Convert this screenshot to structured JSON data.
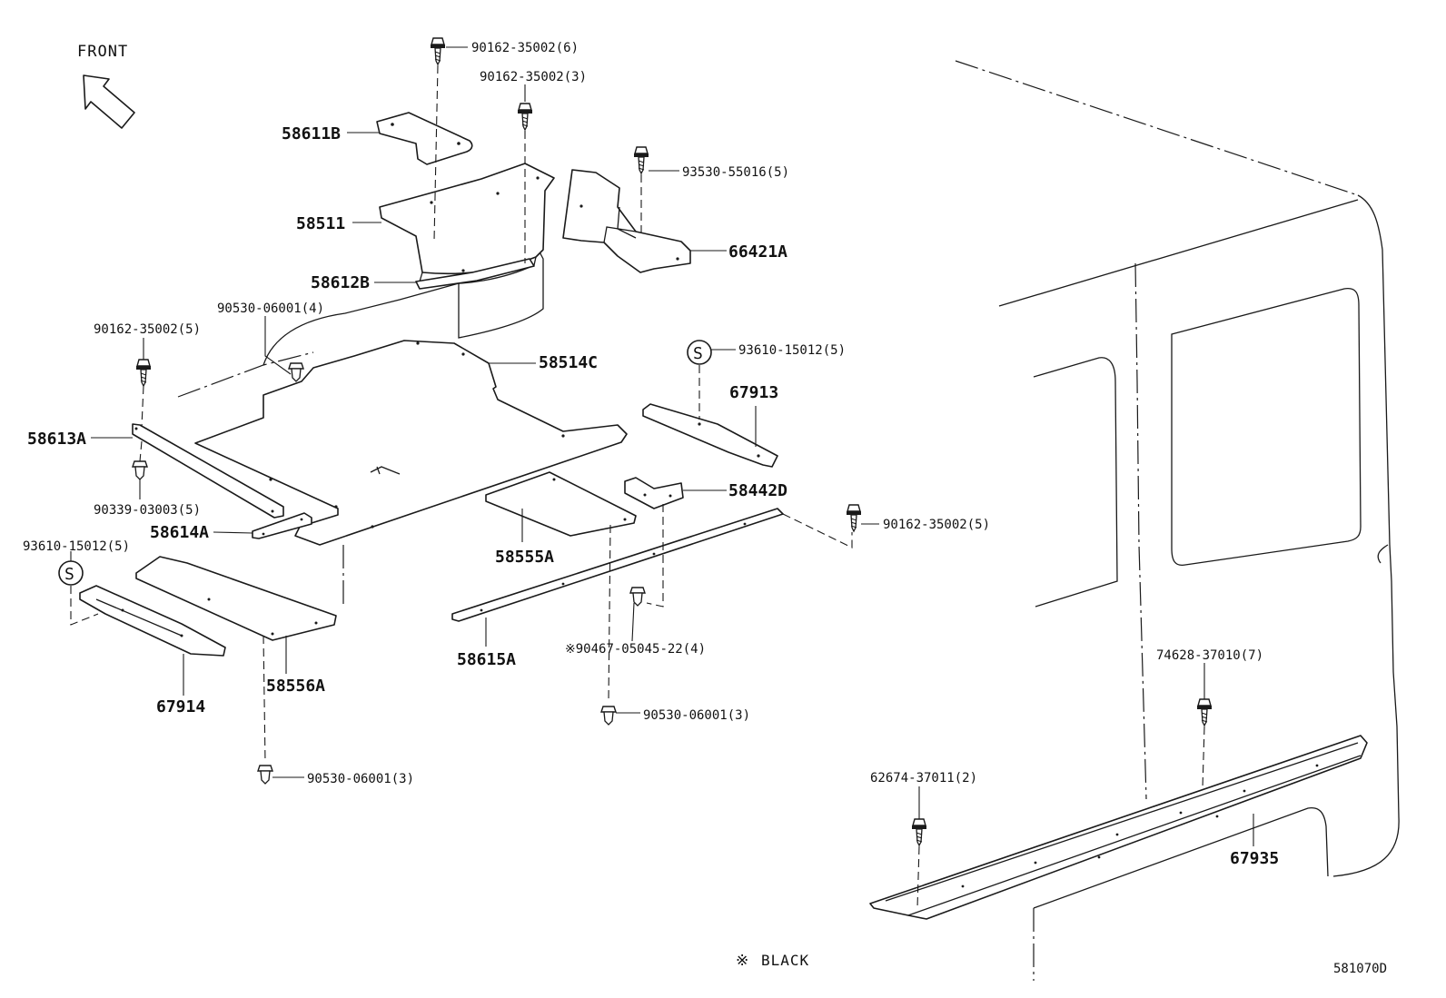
{
  "front_label": "FRONT",
  "footnote_symbol": "※",
  "footnote_text": "BLACK",
  "diagram_code": "581070D",
  "service_symbol": "S",
  "labels": {
    "p58611B": "58611B",
    "p58511": "58511",
    "p58612B": "58612B",
    "p66421A": "66421A",
    "p58514C": "58514C",
    "p67913": "67913",
    "p58613A": "58613A",
    "p58614A": "58614A",
    "p58442D": "58442D",
    "p58555A": "58555A",
    "p58556A": "58556A",
    "p67914": "67914",
    "p58615A": "58615A",
    "p67935": "67935",
    "f90162_6": "90162-35002(6)",
    "f90162_3": "90162-35002(3)",
    "f93530_5": "93530-55016(5)",
    "f90530_4": "90530-06001(4)",
    "f90162_5a": "90162-35002(5)",
    "f93610_5a": "93610-15012(5)",
    "f90339_5": "90339-03003(5)",
    "f93610_5b": "93610-15012(5)",
    "f90162_5b": "90162-35002(5)",
    "f90467_4": "90467-05045-22(4)",
    "f90530_3a": "90530-06001(3)",
    "f90530_3b": "90530-06001(3)",
    "f74628_7": "74628-37010(7)",
    "f62674_2": "62674-37011(2)"
  }
}
